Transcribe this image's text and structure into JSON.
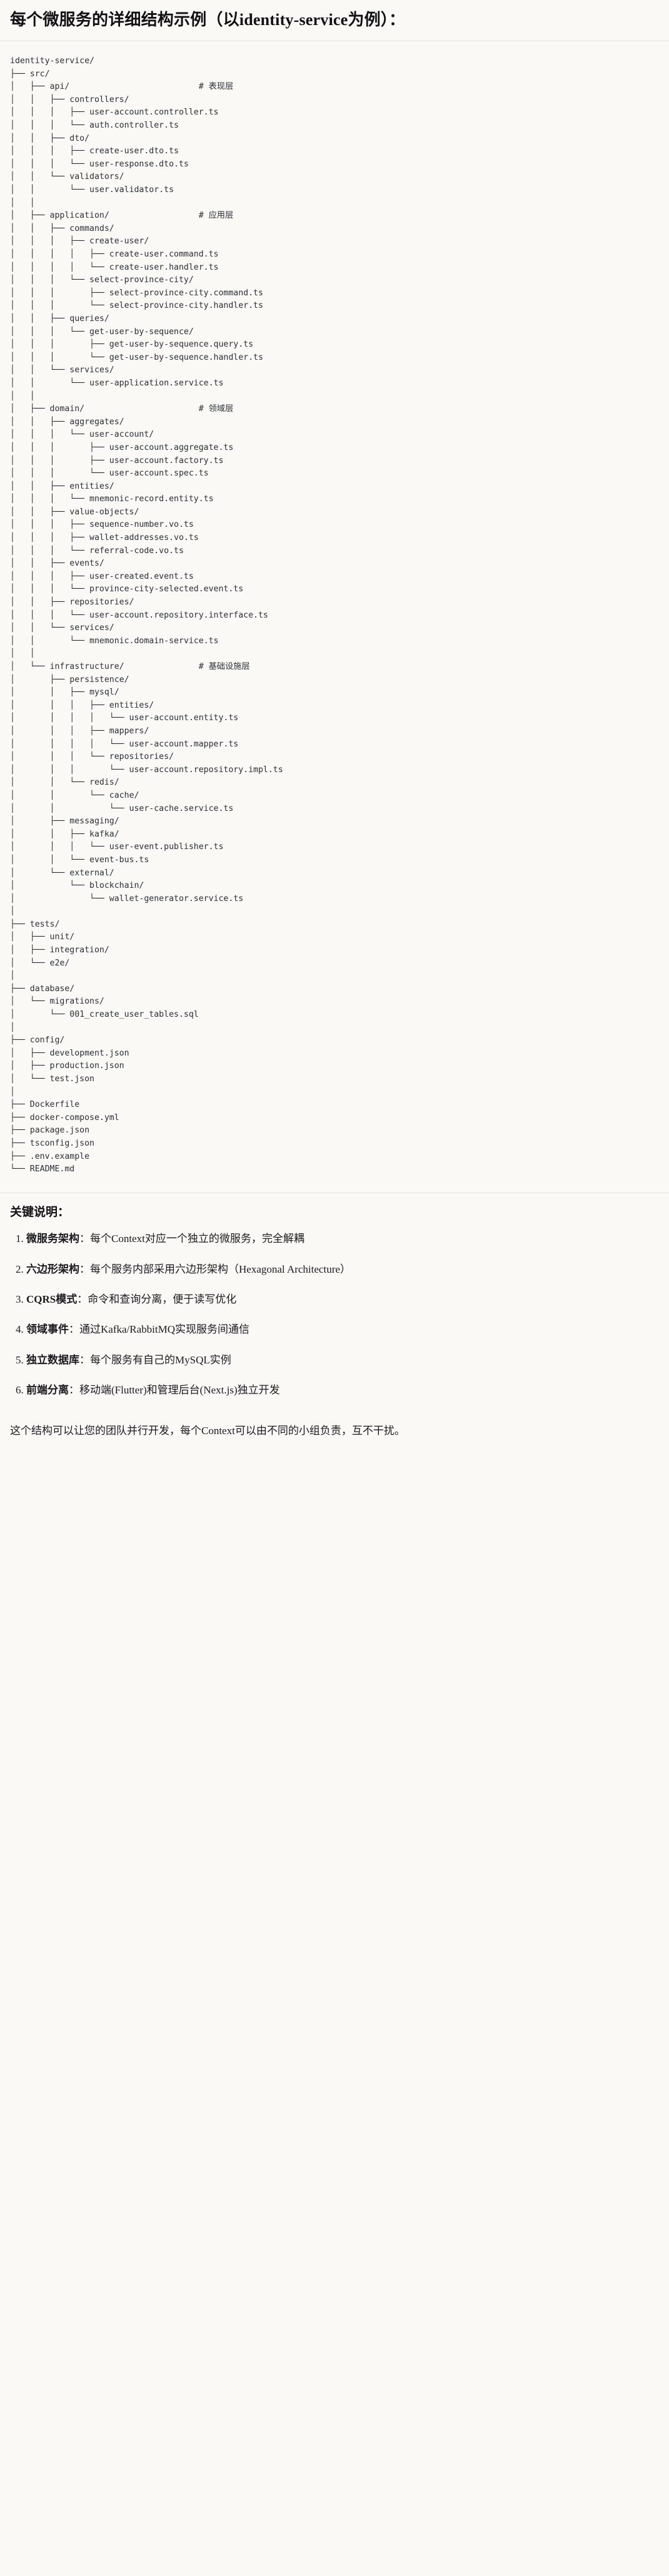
{
  "title": "每个微服务的详细结构示例（以identity-service为例）：",
  "code_block": {
    "language": "plaintext",
    "lines": [
      "identity-service/",
      "├── src/",
      "│   ├── api/                          # 表现层",
      "│   │   ├── controllers/",
      "│   │   │   ├── user-account.controller.ts",
      "│   │   │   └── auth.controller.ts",
      "│   │   ├── dto/",
      "│   │   │   ├── create-user.dto.ts",
      "│   │   │   └── user-response.dto.ts",
      "│   │   └── validators/",
      "│   │       └── user.validator.ts",
      "│   │",
      "│   ├── application/                  # 应用层",
      "│   │   ├── commands/",
      "│   │   │   ├── create-user/",
      "│   │   │   │   ├── create-user.command.ts",
      "│   │   │   │   └── create-user.handler.ts",
      "│   │   │   └── select-province-city/",
      "│   │   │       ├── select-province-city.command.ts",
      "│   │   │       └── select-province-city.handler.ts",
      "│   │   ├── queries/",
      "│   │   │   └── get-user-by-sequence/",
      "│   │   │       ├── get-user-by-sequence.query.ts",
      "│   │   │       └── get-user-by-sequence.handler.ts",
      "│   │   └── services/",
      "│   │       └── user-application.service.ts",
      "│   │",
      "│   ├── domain/                       # 领域层",
      "│   │   ├── aggregates/",
      "│   │   │   └── user-account/",
      "│   │   │       ├── user-account.aggregate.ts",
      "│   │   │       ├── user-account.factory.ts",
      "│   │   │       └── user-account.spec.ts",
      "│   │   ├── entities/",
      "│   │   │   └── mnemonic-record.entity.ts",
      "│   │   ├── value-objects/",
      "│   │   │   ├── sequence-number.vo.ts",
      "│   │   │   ├── wallet-addresses.vo.ts",
      "│   │   │   └── referral-code.vo.ts",
      "│   │   ├── events/",
      "│   │   │   ├── user-created.event.ts",
      "│   │   │   └── province-city-selected.event.ts",
      "│   │   ├── repositories/",
      "│   │   │   └── user-account.repository.interface.ts",
      "│   │   └── services/",
      "│   │       └── mnemonic.domain-service.ts",
      "│   │",
      "│   └── infrastructure/               # 基础设施层",
      "│       ├── persistence/",
      "│       │   ├── mysql/",
      "│       │   │   ├── entities/",
      "│       │   │   │   └── user-account.entity.ts",
      "│       │   │   ├── mappers/",
      "│       │   │   │   └── user-account.mapper.ts",
      "│       │   │   └── repositories/",
      "│       │   │       └── user-account.repository.impl.ts",
      "│       │   └── redis/",
      "│       │       └── cache/",
      "│       │           └── user-cache.service.ts",
      "│       ├── messaging/",
      "│       │   ├── kafka/",
      "│       │   │   └── user-event.publisher.ts",
      "│       │   └── event-bus.ts",
      "│       └── external/",
      "│           └── blockchain/",
      "│               └── wallet-generator.service.ts",
      "│",
      "├── tests/",
      "│   ├── unit/",
      "│   ├── integration/",
      "│   └── e2e/",
      "│",
      "├── database/",
      "│   └── migrations/",
      "│       └── 001_create_user_tables.sql",
      "│",
      "├── config/",
      "│   ├── development.json",
      "│   ├── production.json",
      "│   └── test.json",
      "│",
      "├── Dockerfile",
      "├── docker-compose.yml",
      "├── package.json",
      "├── tsconfig.json",
      "├── .env.example",
      "└── README.md"
    ]
  },
  "notes": {
    "heading": "关键说明：",
    "items": [
      {
        "term": "微服务架构",
        "sep": "：",
        "desc": "每个Context对应一个独立的微服务，完全解耦"
      },
      {
        "term": "六边形架构",
        "sep": "：",
        "desc": "每个服务内部采用六边形架构（Hexagonal Architecture）"
      },
      {
        "term": "CQRS模式",
        "sep": "：",
        "desc": "命令和查询分离，便于读写优化"
      },
      {
        "term": "领域事件",
        "sep": "：",
        "desc": "通过Kafka/RabbitMQ实现服务间通信"
      },
      {
        "term": "独立数据库",
        "sep": "：",
        "desc": "每个服务有自己的MySQL实例"
      },
      {
        "term": "前端分离",
        "sep": "：",
        "desc": "移动端(Flutter)和管理后台(Next.js)独立开发"
      }
    ],
    "closing": "这个结构可以让您的团队并行开发，每个Context可以由不同的小组负责，互不干扰。"
  },
  "colors": {
    "page_background": "#faf9f6",
    "text": "#18181b",
    "code_text": "#2b2f36",
    "rule": "#e4e2dd"
  }
}
